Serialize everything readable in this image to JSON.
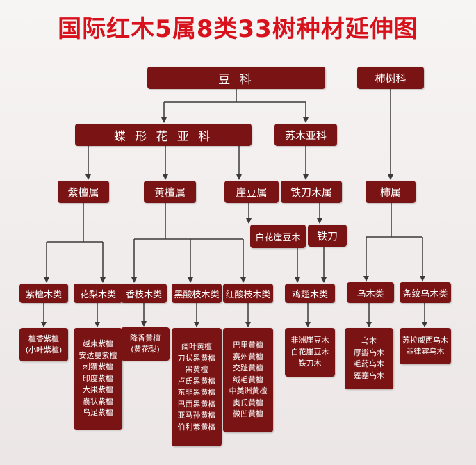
{
  "title": "国际红木5属8类33树种材延伸图",
  "colors": {
    "title": "#d8121c",
    "box": "#7a1414",
    "line": "#3a3a3a"
  },
  "families": {
    "legume": "豆 科",
    "ebenaceae": "柿树科"
  },
  "subfamilies": {
    "papilionoideae": "蝶 形 花 亚 科",
    "caesalpinioideae": "苏木亚科"
  },
  "genera": {
    "dalbergia_zitan": "紫檀属",
    "dalbergia": "黄檀属",
    "millettia_cliff": "崖豆属",
    "cassia": "铁刀木属",
    "diospyros": "柿属"
  },
  "intermediate": {
    "baihua": "白花崖豆木",
    "tiedao": "铁刀"
  },
  "categories": {
    "zitan": "紫檀木类",
    "huali": "花梨木类",
    "xiangzhi": "香枝木类",
    "heisuanzhi": "黑酸枝木类",
    "hongsuanzhi": "红酸枝木类",
    "jichi": "鸡翅木类",
    "wumu": "乌木类",
    "tiaowen": "条纹乌木类"
  },
  "species": {
    "zitan": [
      "檀香紫檀",
      "(小叶紫檀)"
    ],
    "huali": [
      "越柬紫檀",
      "安达曼紫檀",
      "刺猬紫檀",
      "印度紫檀",
      "大果紫檀",
      "囊状紫檀",
      "鸟足紫檀"
    ],
    "xiangzhi": [
      "降香黄檀",
      "(黄花梨)"
    ],
    "heisuanzhi": [
      "阔叶黄檀",
      "刀状黑黄檀",
      "黑黄檀",
      "卢氏黑黄檀",
      "东非黑黄檀",
      "巴西黑黄檀",
      "亚马孙黄檀",
      "伯利紫黄檀"
    ],
    "hongsuanzhi": [
      "巴里黄檀",
      "赛州黄檀",
      "交趾黄檀",
      "绒毛黄檀",
      "中美洲黄檀",
      "奥氏黄檀",
      "微凹黄檀"
    ],
    "jichi": [
      "非洲崖豆木",
      "白花崖豆木",
      "铁刀木"
    ],
    "wumu": [
      "乌木",
      "厚瓣乌木",
      "毛药乌木",
      "蓬塞乌木"
    ],
    "tiaowen": [
      "苏拉威西乌木",
      "菲律宾乌木"
    ]
  }
}
